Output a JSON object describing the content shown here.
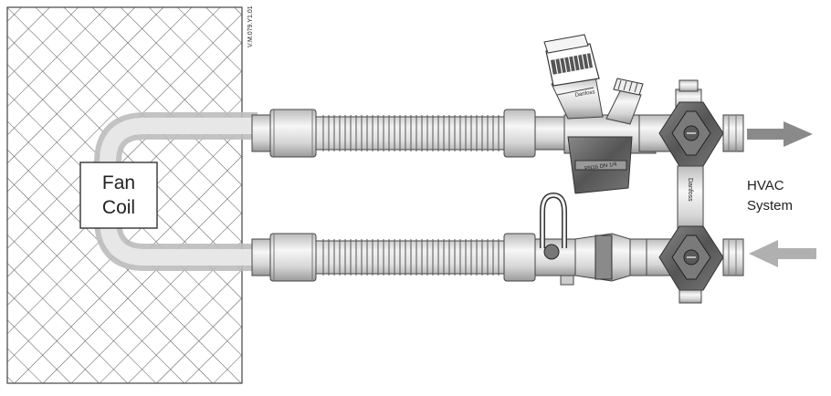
{
  "fan_coil": {
    "label_line1": "Fan",
    "label_line2": "Coil"
  },
  "system": {
    "label_line1": "HVAC",
    "label_line2": "System"
  },
  "drawing_code": "V.M.079.Y1.01",
  "valve_markings": {
    "balancing_valve_brand": "Danfoss",
    "balancing_valve_model": "PN16 DN 1/4",
    "bypass_brand": "Danfoss"
  },
  "colors": {
    "hatch": "#555555",
    "pipe_fill": "#e6e6e6",
    "valve_dark": "#6b6b6b",
    "arrow": "#8a8a8a",
    "outline": "#3a3a3a"
  }
}
